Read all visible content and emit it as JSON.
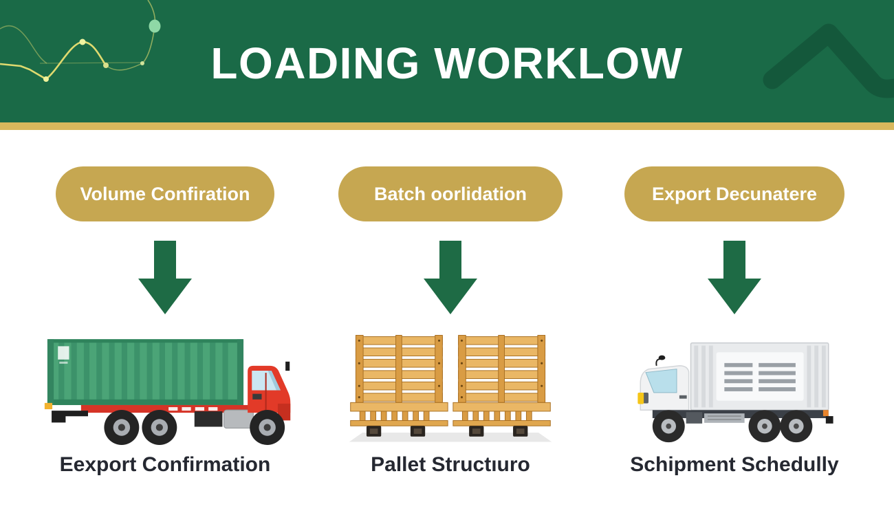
{
  "header": {
    "title": "LOADING WORKLOW"
  },
  "steps": [
    {
      "pill_label": "Volume Confiration",
      "caption": "Eexport Confirmation",
      "illustration": "red-container-truck"
    },
    {
      "pill_label": "Batch oorlidation",
      "caption": "Pallet Structıuro",
      "illustration": "wooden-pallets"
    },
    {
      "pill_label": "Export Decunatere",
      "caption": "Schipment Schedully",
      "illustration": "white-box-truck"
    }
  ],
  "icons": {
    "down_arrow": "down-arrow-icon",
    "line_chart_decoration": "line-chart-decoration",
    "zigzag_decoration": "zigzag-line-decoration"
  },
  "colors": {
    "header_green": "#1A6A47",
    "zigzag_green": "#14583B",
    "stripe_gold": "#D8B85C",
    "pill_gold": "#C6A751",
    "arrow_green": "#1E6B45",
    "caption_text": "#252831",
    "pill_text": "#FFFFFF",
    "title_text": "#FFFFFF",
    "decor_line_yellow": "#DFDA6F",
    "decor_dot_green": "#8FD8A6",
    "background": "#FFFFFF"
  }
}
